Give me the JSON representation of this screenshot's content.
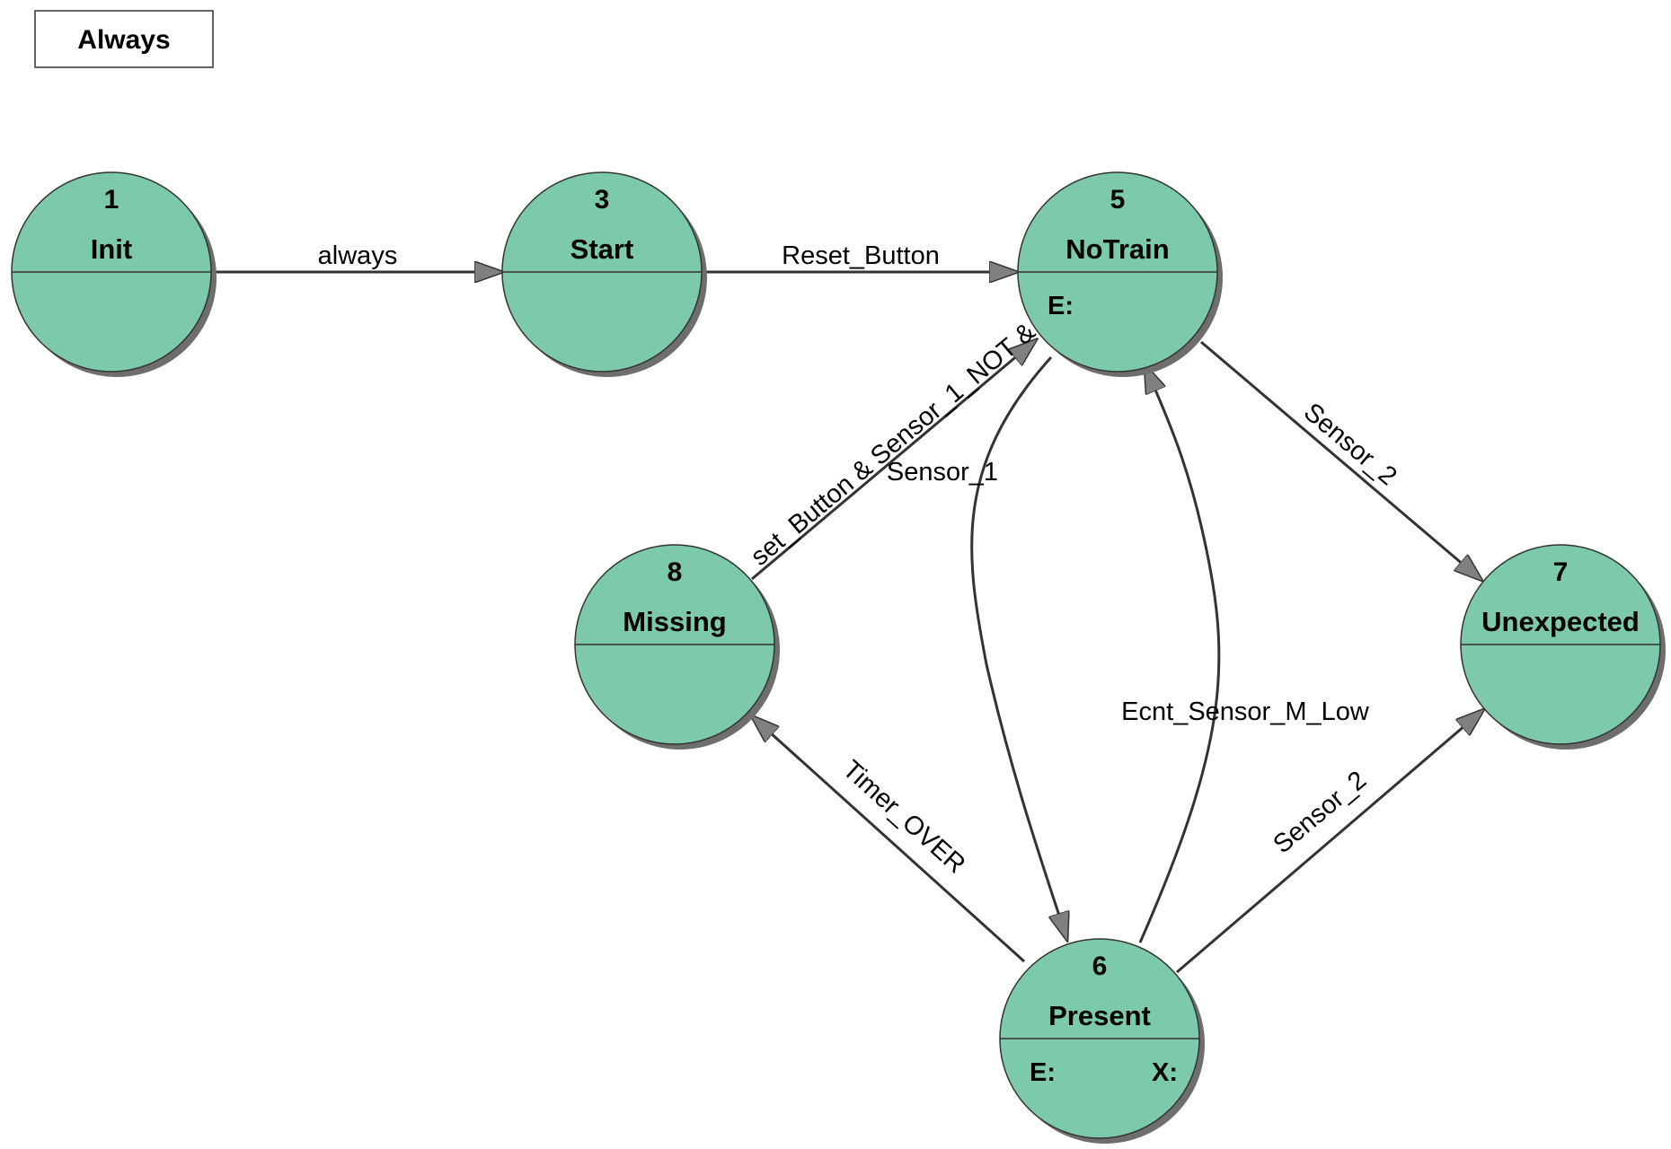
{
  "always_box": {
    "label": "Always"
  },
  "colors": {
    "state_fill": "#7ccaaa",
    "state_stroke": "#333333",
    "state_shadow": "#6e6e6e",
    "edge": "#333333",
    "arrowhead": "#808080"
  },
  "states": {
    "s1": {
      "number": "1",
      "name": "Init"
    },
    "s3": {
      "number": "3",
      "name": "Start"
    },
    "s5": {
      "number": "5",
      "name": "NoTrain",
      "entry": "E:"
    },
    "s6": {
      "number": "6",
      "name": "Present",
      "entry": "E:",
      "exit": "X:"
    },
    "s7": {
      "number": "7",
      "name": "Unexpected"
    },
    "s8": {
      "number": "8",
      "name": "Missing"
    }
  },
  "transitions": {
    "t1_3": {
      "from": "1",
      "to": "3",
      "label": "always"
    },
    "t3_5": {
      "from": "3",
      "to": "5",
      "label": "Reset_Button"
    },
    "t8_5": {
      "from": "8",
      "to": "5",
      "label": "set_Button & Sensor_1_NOT &"
    },
    "t5_6": {
      "from": "5",
      "to": "6",
      "label": "Sensor_1"
    },
    "t6_5": {
      "from": "6",
      "to": "5",
      "label": "Ecnt_Sensor_M_Low"
    },
    "t5_7": {
      "from": "5",
      "to": "7",
      "label": "Sensor_2"
    },
    "t6_8": {
      "from": "6",
      "to": "8",
      "label": "Timer_OVER"
    },
    "t6_7": {
      "from": "6",
      "to": "7",
      "label": "Sensor_2"
    }
  }
}
